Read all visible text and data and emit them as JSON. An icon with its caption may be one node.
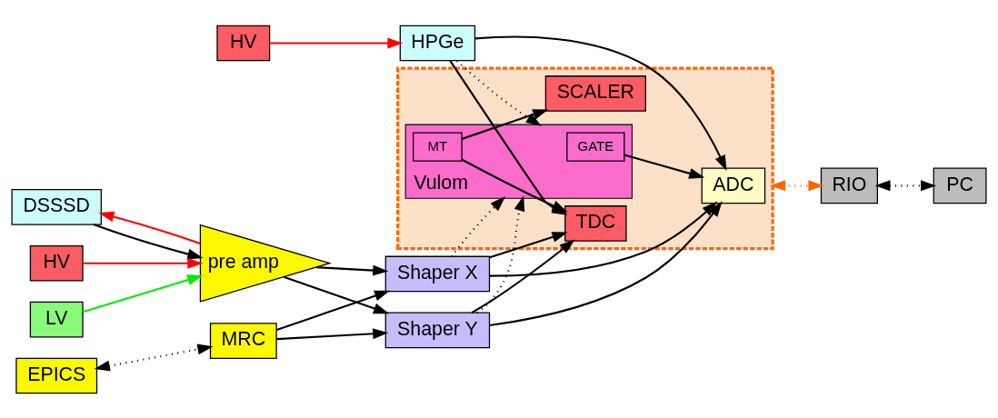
{
  "diagram": {
    "nodes": [
      {
        "text": [
          "HPGe"
        ]
      },
      {
        "text": [
          "HV"
        ]
      },
      {
        "text": [
          "EPICS"
        ]
      },
      {
        "text": [
          "MRC"
        ]
      },
      {
        "text": [
          "DSSSD"
        ]
      },
      {
        "text": [
          "pre amp"
        ]
      },
      {
        "text": [
          "HV"
        ]
      },
      {
        "text": [
          "LV"
        ]
      },
      {
        "text": [
          "Shaper X"
        ]
      },
      {
        "text": [
          "Shaper Y"
        ]
      },
      {
        "text": [],
        "shape": "box"
      },
      {
        "text": [
          "ADC"
        ],
        "in": 10
      },
      {
        "text": [
          "TDC"
        ],
        "in": 10
      },
      {
        "text": [
          "Vulom"
        ],
        "in": 10
      },
      {
        "text": [
          "GATE"
        ],
        "in": 13
      },
      {
        "text": [
          "MT"
        ],
        "in": 13
      },
      {
        "text": [
          "SCALER"
        ],
        "in": 10
      },
      {
        "text": [
          "RIO"
        ]
      },
      {
        "text": [
          "PC"
        ]
      }
    ],
    "edges": [
      {
        "from": 1,
        "to": 0,
        "arrow": "to",
        "color": "#ff0000"
      },
      {
        "from": 2,
        "to": 3,
        "arrow": "both",
        "style": "dashed"
      },
      {
        "from": 3,
        "to": 8,
        "arrow": "to"
      },
      {
        "from": 3,
        "to": 9,
        "arrow": "to"
      },
      {
        "from": 4,
        "to": 5,
        "arrow": "to"
      },
      {
        "from": 5,
        "to": 4,
        "arrow": "to",
        "color": "#ff0000"
      },
      {
        "from": 6,
        "to": 5,
        "arrow": "to",
        "color": "#ff0000"
      },
      {
        "from": 7,
        "to": 5,
        "arrow": "to",
        "color": "#00ee00"
      },
      {
        "from": 5,
        "to": 8,
        "arrow": "to"
      },
      {
        "from": 5,
        "to": 9,
        "arrow": "to"
      },
      {
        "from": 0,
        "to": 11,
        "arrow": "to"
      },
      {
        "from": 0,
        "to": 12,
        "arrow": "to"
      },
      {
        "from": 0,
        "to": 13,
        "arrow": "to",
        "style": "dashed"
      },
      {
        "from": 8,
        "to": 11,
        "arrow": "to"
      },
      {
        "from": 8,
        "to": 12,
        "arrow": "to"
      },
      {
        "from": 8,
        "to": 13,
        "arrow": "to",
        "style": "dashed"
      },
      {
        "from": 9,
        "to": 11,
        "arrow": "to"
      },
      {
        "from": 9,
        "to": 12,
        "arrow": "to"
      },
      {
        "from": 9,
        "to": 13,
        "arrow": "to",
        "style": "dashed"
      },
      {
        "from": 14,
        "to": 11,
        "arrow": "to"
      },
      {
        "from": 15,
        "to": 16,
        "arrow": "to"
      },
      {
        "from": 15,
        "to": 12,
        "arrow": "to"
      },
      {
        "from": 10,
        "to": 17,
        "arrow": "both",
        "style": "dashed",
        "color": "#ff6600"
      },
      {
        "from": 17,
        "to": 18,
        "arrow": "both",
        "style": "dashed"
      }
    ]
  }
}
